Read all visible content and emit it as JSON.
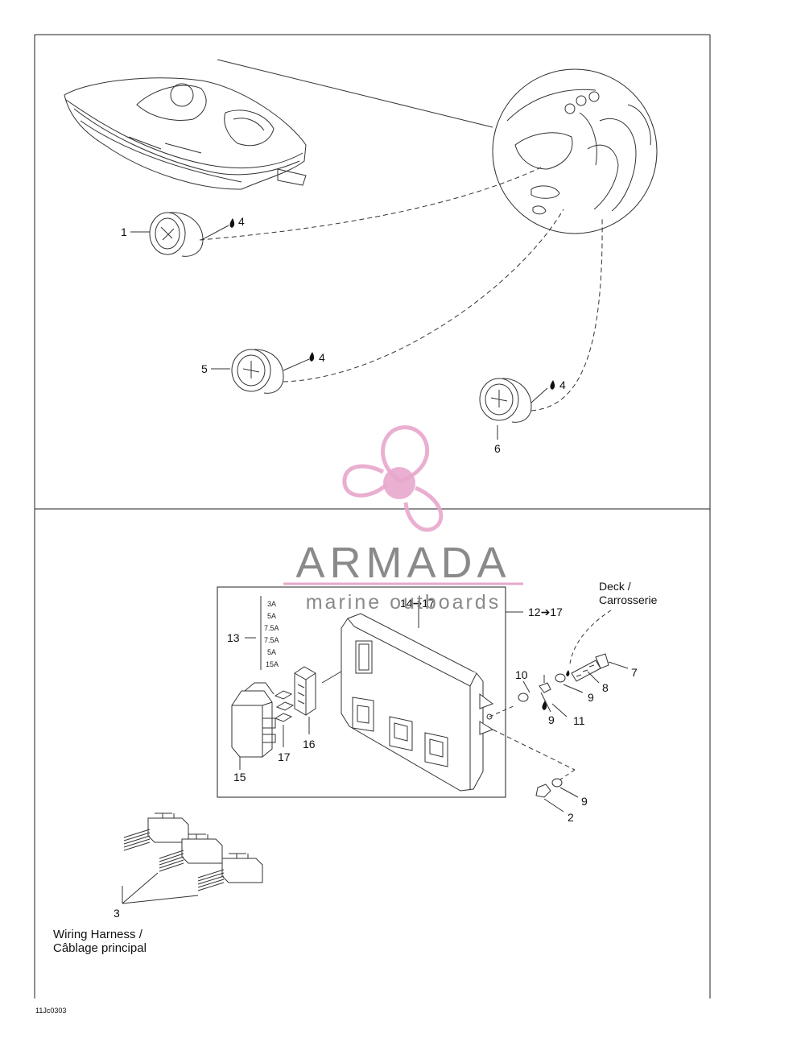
{
  "callouts": {
    "c1": "1",
    "c4a": "4",
    "c5": "5",
    "c4b": "4",
    "c4c": "4",
    "c6": "6",
    "c13": "13",
    "c14": "14➔17",
    "c12": "12➔17",
    "c7": "7",
    "c8": "8",
    "c10": "10",
    "c9a": "9",
    "c9b": "9",
    "c11": "11",
    "c16": "16",
    "c17": "17",
    "c15": "15",
    "c9c": "9",
    "c2": "2",
    "c3": "3"
  },
  "fuses": [
    "3A",
    "5A",
    "7.5A",
    "7.5A",
    "5A",
    "15A"
  ],
  "notes": {
    "deck_en": "Deck /",
    "deck_fr": "Carrosserie",
    "harness_en": "Wiring Harness /",
    "harness_fr": "Câblage principal"
  },
  "drawing_code": "11Jc0303",
  "watermark": {
    "title": "ARMADA",
    "subtitle": "marine outboards",
    "color": "#e8a7cc"
  }
}
